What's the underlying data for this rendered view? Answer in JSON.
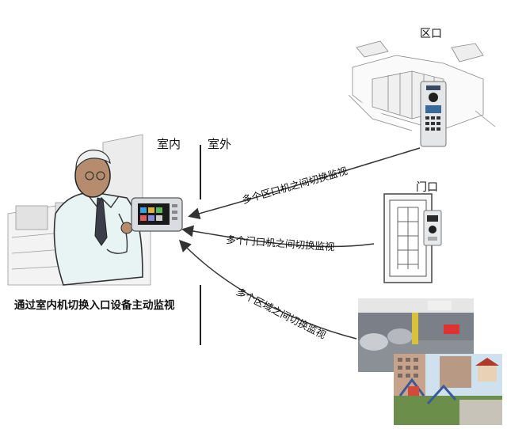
{
  "labels": {
    "indoor": "室内",
    "outdoor": "室外",
    "area_entrance": "区口",
    "door_entrance": "门口",
    "caption": "通过室内机切换入口设备主动监视"
  },
  "arrows": {
    "to_area_units": "多个区口机之间切换监视",
    "to_door_units": "多个门口机之间切换监视",
    "to_zones": "多个区域之间切换监视"
  },
  "colors": {
    "line": "#222222",
    "arrow": "#333333",
    "screen": "#1a1a1a",
    "panel": "#d9dde2",
    "parking": "#5a5e66",
    "building": "#c7a38c",
    "sky": "#cfe0ee",
    "grass": "#6b8f4a"
  },
  "icons": [
    "indoor-monitor-icon",
    "area-gate-station-icon",
    "door-station-icon",
    "person-icon",
    "building-sketch-icon",
    "door-icon",
    "parking-photo-icon",
    "residential-photo-icon"
  ]
}
